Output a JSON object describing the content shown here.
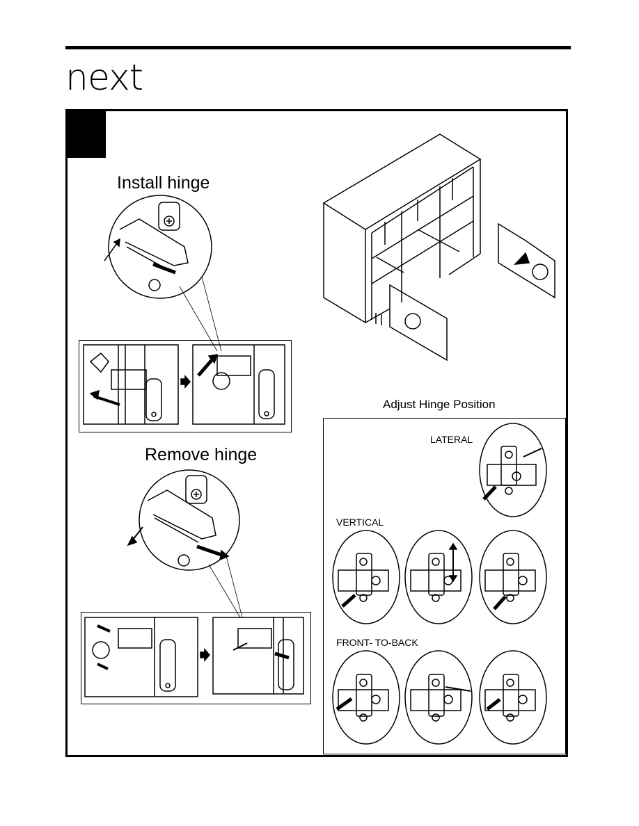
{
  "brand": {
    "logo_text": "next"
  },
  "install": {
    "title": "Install hinge"
  },
  "remove": {
    "title": "Remove hinge"
  },
  "adjust": {
    "title": "Adjust Hinge Position",
    "lateral_label": "LATERAL",
    "vertical_label": "VERTICAL",
    "front_to_back_label": "FRONT- TO-BACK"
  }
}
